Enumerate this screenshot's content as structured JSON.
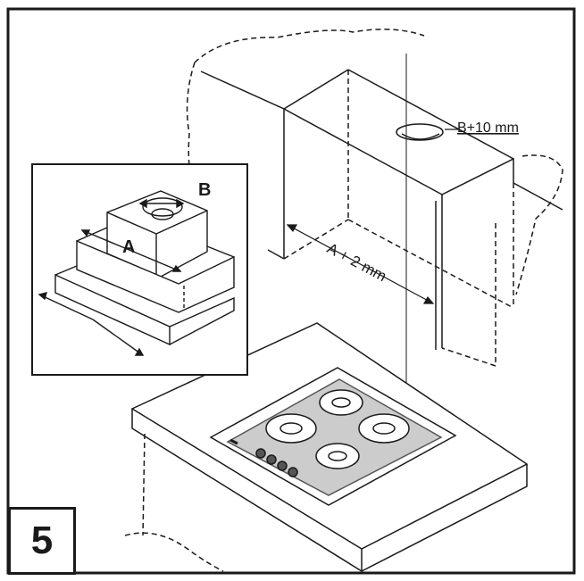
{
  "diagram": {
    "step_number": "5",
    "labels": {
      "cutout_width": "A + 2 mm",
      "duct_hole": "B+10 mm",
      "hood_width": "A",
      "duct_diameter": "B"
    },
    "colors": {
      "line": "#1a1a1a",
      "background": "#ffffff",
      "cooktop_dark": "#555555"
    }
  }
}
